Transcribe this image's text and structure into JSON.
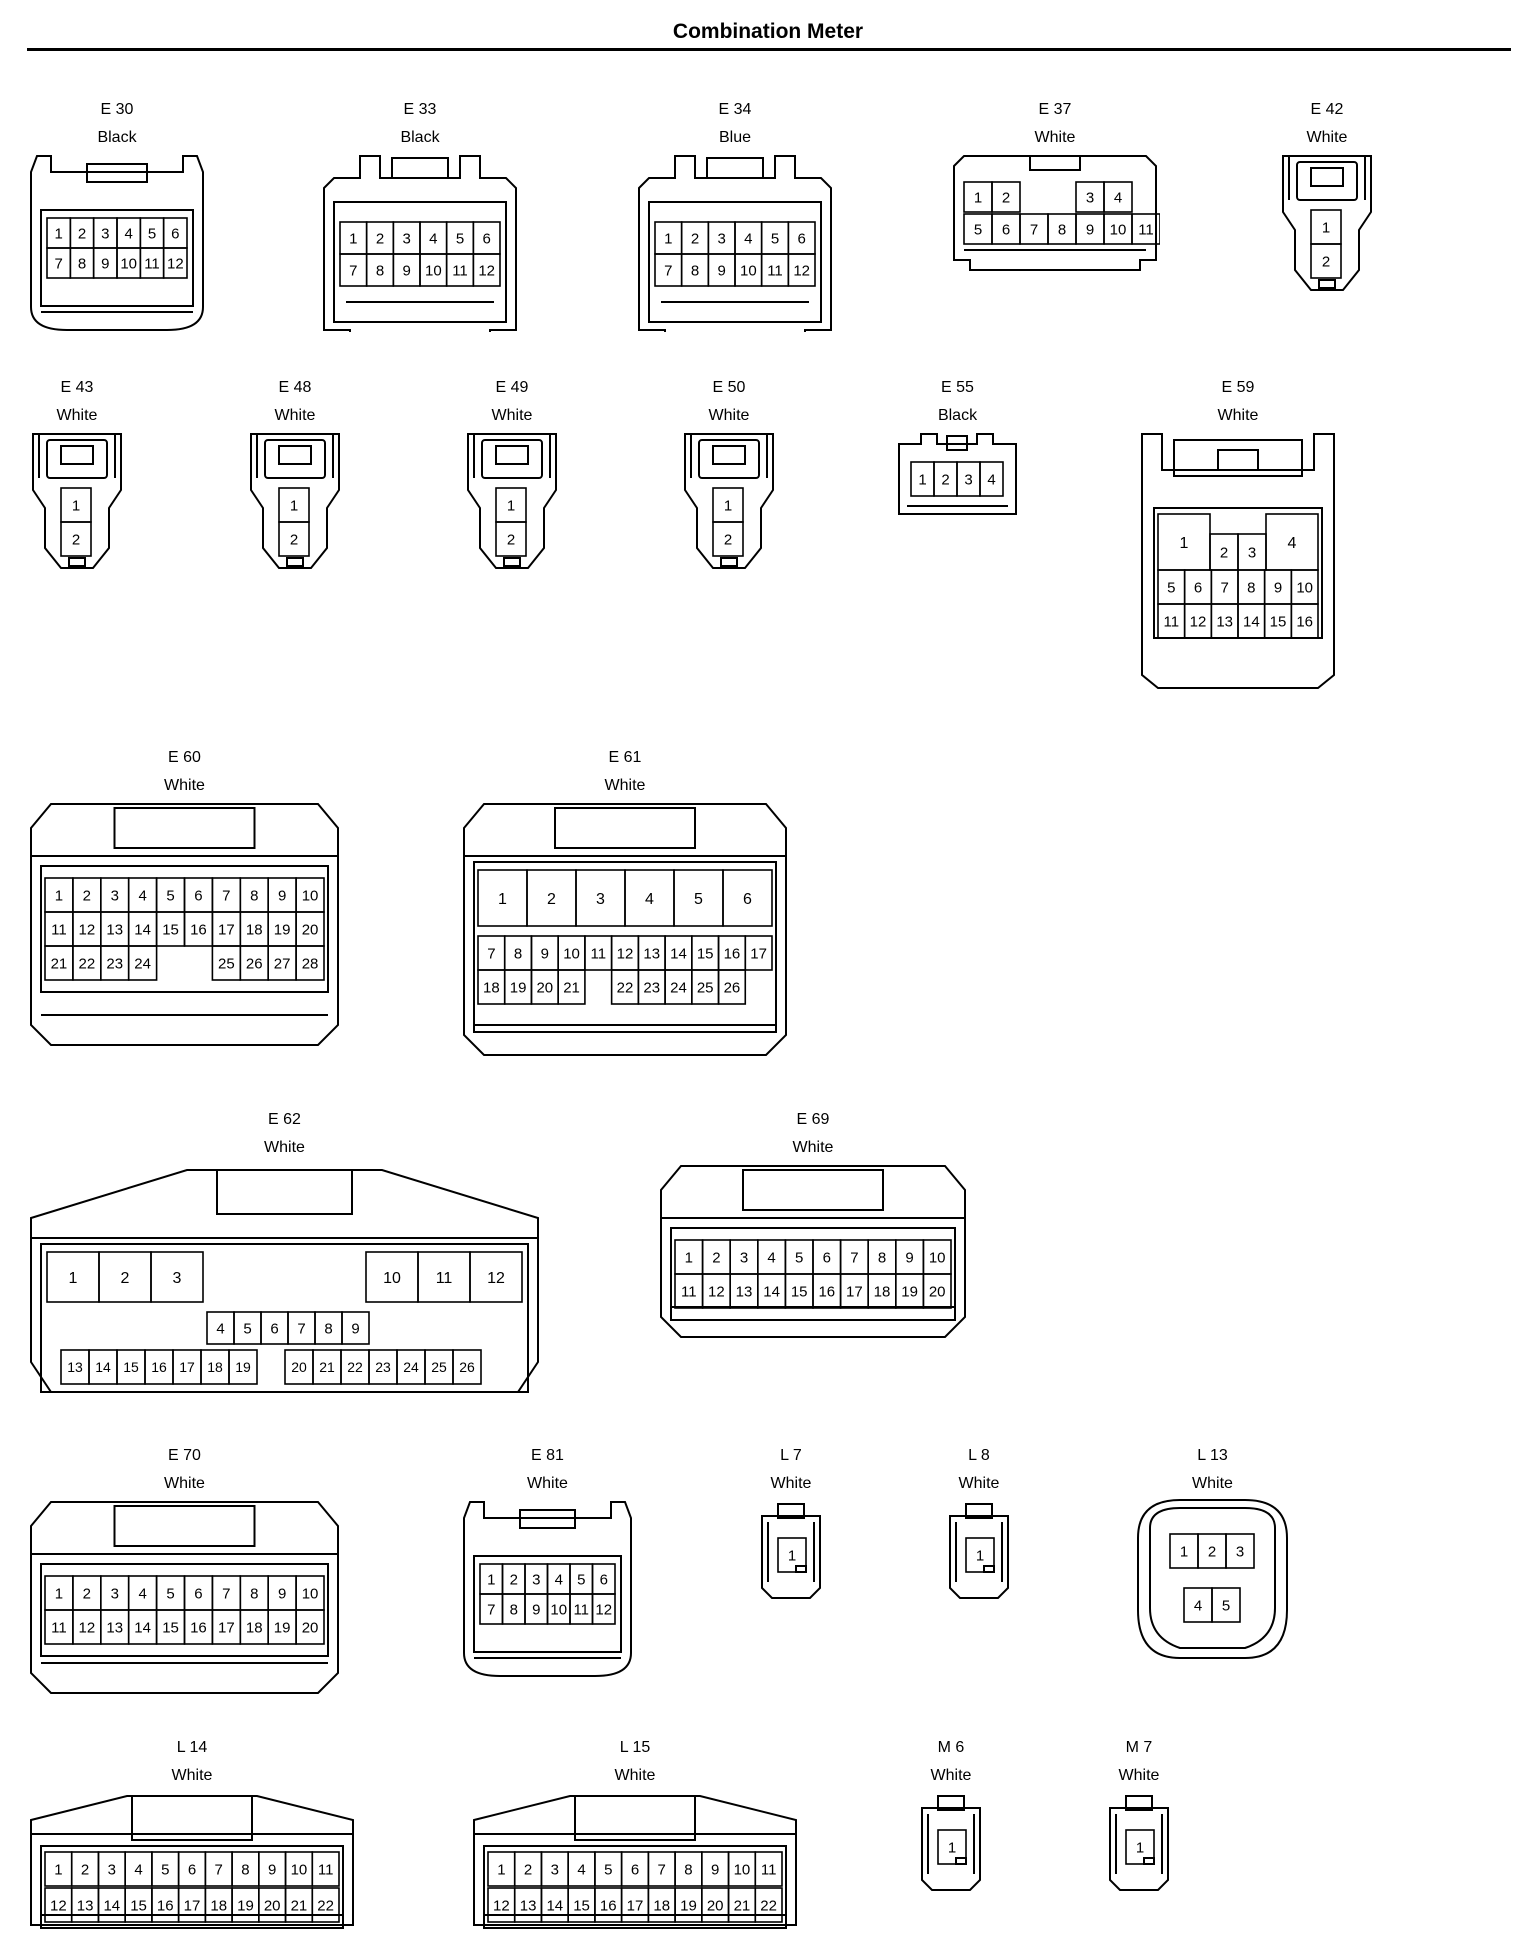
{
  "page_title": "Combination Meter",
  "connectors": [
    {
      "id": "E 30",
      "color": "Black",
      "shape": "lock",
      "rows": [
        [
          "1",
          "2",
          "3",
          "4",
          "5",
          "6"
        ],
        [
          "7",
          "8",
          "9",
          "10",
          "11",
          "12"
        ]
      ]
    },
    {
      "id": "E 33",
      "color": "Black",
      "shape": "wide",
      "rows": [
        [
          "1",
          "2",
          "3",
          "4",
          "5",
          "6"
        ],
        [
          "7",
          "8",
          "9",
          "10",
          "11",
          "12"
        ]
      ]
    },
    {
      "id": "E 34",
      "color": "Blue",
      "shape": "wide",
      "rows": [
        [
          "1",
          "2",
          "3",
          "4",
          "5",
          "6"
        ],
        [
          "7",
          "8",
          "9",
          "10",
          "11",
          "12"
        ]
      ]
    },
    {
      "id": "E 37",
      "color": "White",
      "shape": "notched",
      "rows": [
        [
          "1",
          "2",
          "",
          "",
          "3",
          "4"
        ],
        [
          "5",
          "6",
          "7",
          "8",
          "9",
          "10",
          "11"
        ]
      ]
    },
    {
      "id": "E 42",
      "color": "White",
      "shape": "two",
      "rows": [
        [
          "1"
        ],
        [
          "2"
        ]
      ]
    },
    {
      "id": "E 43",
      "color": "White",
      "shape": "two",
      "rows": [
        [
          "1"
        ],
        [
          "2"
        ]
      ]
    },
    {
      "id": "E 48",
      "color": "White",
      "shape": "two",
      "rows": [
        [
          "1"
        ],
        [
          "2"
        ]
      ]
    },
    {
      "id": "E 49",
      "color": "White",
      "shape": "two",
      "rows": [
        [
          "1"
        ],
        [
          "2"
        ]
      ]
    },
    {
      "id": "E 50",
      "color": "White",
      "shape": "two",
      "rows": [
        [
          "1"
        ],
        [
          "2"
        ]
      ]
    },
    {
      "id": "E 55",
      "color": "Black",
      "shape": "small",
      "rows": [
        [
          "1",
          "2",
          "3",
          "4"
        ]
      ]
    },
    {
      "id": "E 59",
      "color": "White",
      "shape": "tall",
      "rows": [
        [
          "1",
          "2",
          "3",
          "4"
        ],
        [
          "5",
          "6",
          "7",
          "8",
          "9",
          "10"
        ],
        [
          "11",
          "12",
          "13",
          "14",
          "15",
          "16"
        ]
      ]
    },
    {
      "id": "E 60",
      "color": "White",
      "shape": "box",
      "rows": [
        [
          "1",
          "2",
          "3",
          "4",
          "5",
          "6",
          "7",
          "8",
          "9",
          "10"
        ],
        [
          "11",
          "12",
          "13",
          "14",
          "15",
          "16",
          "17",
          "18",
          "19",
          "20"
        ],
        [
          "21",
          "22",
          "23",
          "24",
          "",
          "",
          "25",
          "26",
          "27",
          "28"
        ]
      ]
    },
    {
      "id": "E 61",
      "color": "White",
      "shape": "box",
      "rows": [
        [
          "1",
          "2",
          "3",
          "4",
          "5",
          "6"
        ],
        [
          "7",
          "8",
          "9",
          "10",
          "11",
          "12",
          "13",
          "14",
          "15",
          "16",
          "17"
        ],
        [
          "18",
          "19",
          "20",
          "21",
          "",
          "22",
          "23",
          "24",
          "25",
          "26"
        ]
      ]
    },
    {
      "id": "E 62",
      "color": "White",
      "shape": "roof",
      "rows": [
        [
          "1",
          "2",
          "3",
          "",
          "",
          "",
          "",
          "",
          "",
          "10",
          "11",
          "12"
        ],
        [
          "4",
          "5",
          "6",
          "7",
          "8",
          "9"
        ],
        [
          "13",
          "14",
          "15",
          "16",
          "17",
          "18",
          "19",
          "",
          "20",
          "21",
          "22",
          "23",
          "24",
          "25",
          "26"
        ]
      ]
    },
    {
      "id": "E 69",
      "color": "White",
      "shape": "box",
      "rows": [
        [
          "1",
          "2",
          "3",
          "4",
          "5",
          "6",
          "7",
          "8",
          "9",
          "10"
        ],
        [
          "11",
          "12",
          "13",
          "14",
          "15",
          "16",
          "17",
          "18",
          "19",
          "20"
        ]
      ]
    },
    {
      "id": "E 70",
      "color": "White",
      "shape": "box",
      "rows": [
        [
          "1",
          "2",
          "3",
          "4",
          "5",
          "6",
          "7",
          "8",
          "9",
          "10"
        ],
        [
          "11",
          "12",
          "13",
          "14",
          "15",
          "16",
          "17",
          "18",
          "19",
          "20"
        ]
      ]
    },
    {
      "id": "E 81",
      "color": "White",
      "shape": "lock",
      "rows": [
        [
          "1",
          "2",
          "3",
          "4",
          "5",
          "6"
        ],
        [
          "7",
          "8",
          "9",
          "10",
          "11",
          "12"
        ]
      ]
    },
    {
      "id": "L 7",
      "color": "White",
      "shape": "one",
      "rows": [
        [
          "1"
        ]
      ]
    },
    {
      "id": "L 8",
      "color": "White",
      "shape": "one",
      "rows": [
        [
          "1"
        ]
      ]
    },
    {
      "id": "L 13",
      "color": "White",
      "shape": "rounded",
      "rows": [
        [
          "1",
          "2",
          "3"
        ],
        [
          "4",
          "5"
        ]
      ]
    },
    {
      "id": "L 14",
      "color": "White",
      "shape": "roof2",
      "rows": [
        [
          "1",
          "2",
          "3",
          "4",
          "5",
          "6",
          "7",
          "8",
          "9",
          "10",
          "11"
        ],
        [
          "12",
          "13",
          "14",
          "15",
          "16",
          "17",
          "18",
          "19",
          "20",
          "21",
          "22"
        ]
      ]
    },
    {
      "id": "L 15",
      "color": "White",
      "shape": "roof2",
      "rows": [
        [
          "1",
          "2",
          "3",
          "4",
          "5",
          "6",
          "7",
          "8",
          "9",
          "10",
          "11"
        ],
        [
          "12",
          "13",
          "14",
          "15",
          "16",
          "17",
          "18",
          "19",
          "20",
          "21",
          "22"
        ]
      ]
    },
    {
      "id": "M 6",
      "color": "White",
      "shape": "one",
      "rows": [
        [
          "1"
        ]
      ]
    },
    {
      "id": "M 7",
      "color": "White",
      "shape": "one",
      "rows": [
        [
          "1"
        ]
      ]
    }
  ]
}
